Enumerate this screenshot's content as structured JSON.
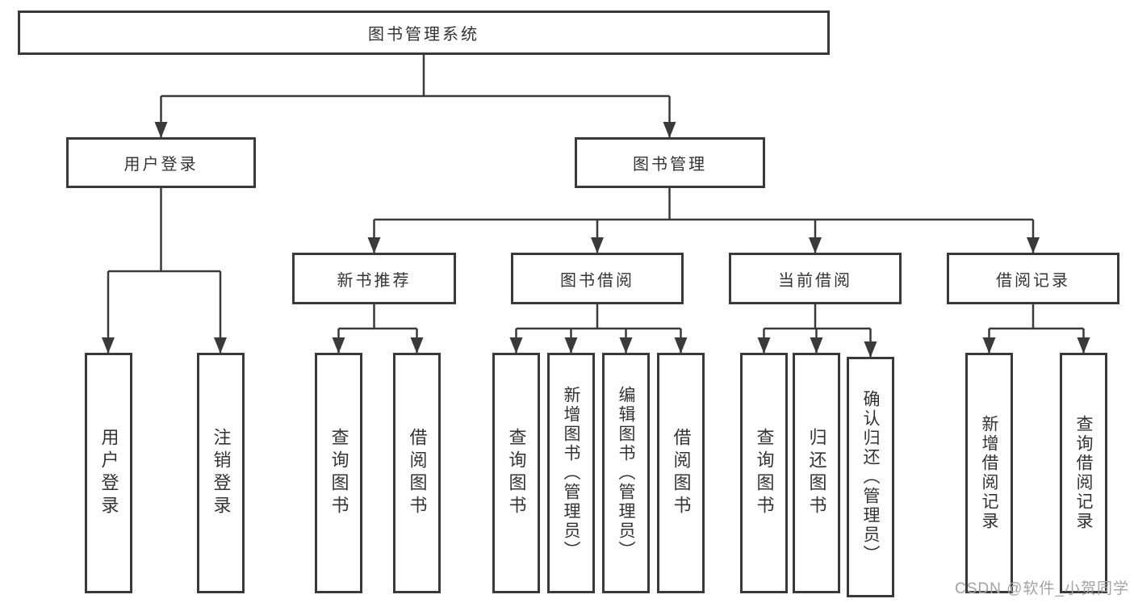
{
  "diagram_title": "图书管理系统",
  "nodes": {
    "root": "图书管理系统",
    "level2": [
      "用户登录",
      "图书管理"
    ],
    "level3": [
      "新书推荐",
      "图书借阅",
      "当前借阅",
      "借阅记录"
    ],
    "leaves": [
      "用户登录",
      "注销登录",
      "查询图书",
      "借阅图书",
      "查询图书",
      "新增图书（管理员）",
      "编辑图书（管理员）",
      "借阅图书",
      "查询图书",
      "归还图书",
      "确认归还（管理员）",
      "新增借阅记录",
      "查询借阅记录"
    ]
  },
  "hierarchy": {
    "图书管理系统": [
      "用户登录",
      "图书管理"
    ],
    "用户登录": [
      "用户登录",
      "注销登录"
    ],
    "图书管理": [
      "新书推荐",
      "图书借阅",
      "当前借阅",
      "借阅记录"
    ],
    "新书推荐": [
      "查询图书",
      "借阅图书"
    ],
    "图书借阅": [
      "查询图书",
      "新增图书（管理员）",
      "编辑图书（管理员）",
      "借阅图书"
    ],
    "当前借阅": [
      "查询图书",
      "归还图书",
      "确认归还（管理员）"
    ],
    "借阅记录": [
      "新增借阅记录",
      "查询借阅记录"
    ]
  },
  "watermark": "CSDN @软件_小贺同学",
  "colors": {
    "line": "#3a3a3c",
    "border": "#3a3a3c",
    "text": "#333333",
    "watermark": "#a3a3a3",
    "background": "#ffffff"
  }
}
